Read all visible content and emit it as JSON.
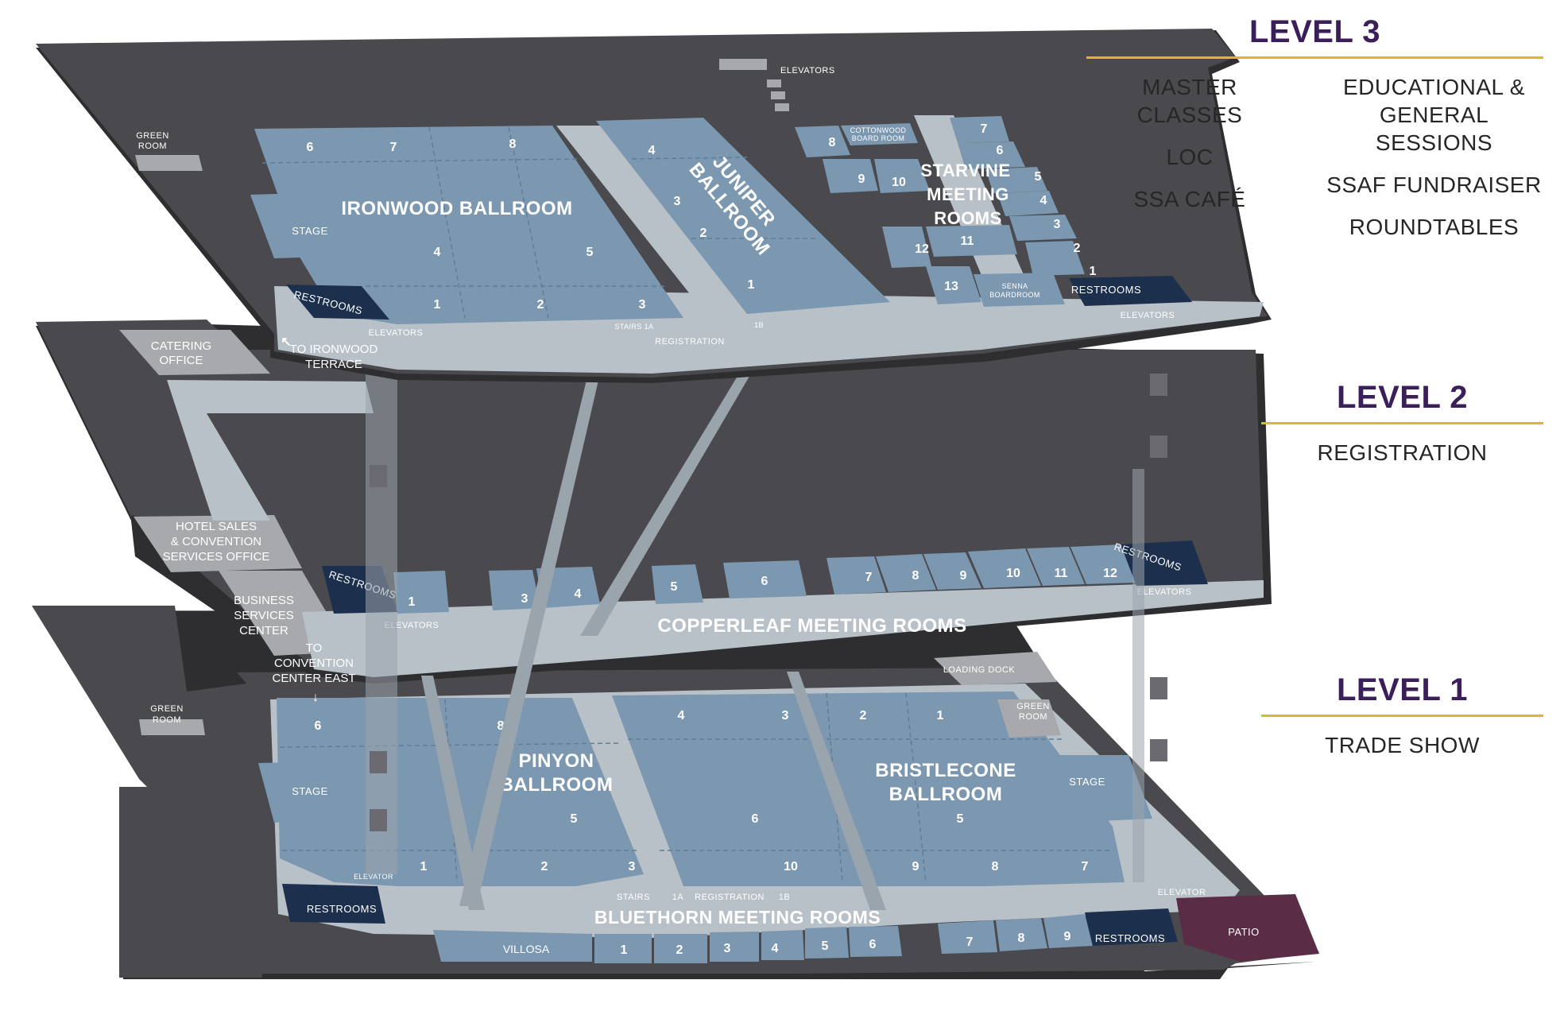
{
  "colors": {
    "floor": "#4a4a4e",
    "floor_edge": "#2e2e31",
    "corridor": "#b8c0c8",
    "room": "#7c98b1",
    "restroom": "#1c2f4d",
    "service": "#a7a9ad",
    "patio": "#5a2c45",
    "heading": "#3a1f5a",
    "rule": "#e1b527"
  },
  "legend": {
    "level3": {
      "title": "LEVEL 3",
      "col1": [
        "MASTER CLASSES",
        "LOC",
        "SSA CAFÉ"
      ],
      "col2": [
        "EDUCATIONAL & GENERAL SESSIONS",
        "SSAF FUNDRAISER",
        "ROUNDTABLES"
      ]
    },
    "level2": {
      "title": "LEVEL 2",
      "items": [
        "REGISTRATION"
      ]
    },
    "level1": {
      "title": "LEVEL 1",
      "items": [
        "TRADE SHOW"
      ]
    }
  },
  "level3": {
    "green_room": [
      "GREEN",
      "ROOM"
    ],
    "elevators_top": "ELEVATORS",
    "ironwood": {
      "name": "IRONWOOD BALLROOM",
      "sections": [
        "6",
        "7",
        "8",
        "4",
        "5",
        "1",
        "2",
        "3"
      ]
    },
    "stage": "STAGE",
    "juniper": {
      "name_lines": [
        "JUNIPER",
        "BALLROOM"
      ],
      "sections": [
        "4",
        "3",
        "2",
        "1"
      ]
    },
    "cottonwood": [
      "COTTONWOOD",
      "BOARD ROOM"
    ],
    "starvine": {
      "name_lines": [
        "STARVINE",
        "MEETING",
        "ROOMS"
      ],
      "rooms": [
        "8",
        "9",
        "10",
        "7",
        "6",
        "5",
        "4",
        "3",
        "2",
        "1",
        "11",
        "12",
        "13"
      ]
    },
    "senna": [
      "SENNA",
      "BOARDROOM"
    ],
    "restrooms_left": "RESTROOMS",
    "restrooms_right": "RESTROOMS",
    "elevators_left": "ELEVATORS",
    "elevators_right": "ELEVATORS",
    "stairs": "STAIRS 1A",
    "stairs_1b": "1B",
    "registration": "REGISTRATION",
    "to_terrace": [
      "TO IRONWOOD",
      "TERRACE"
    ],
    "to_terrace_arrow": "↖"
  },
  "level2": {
    "catering": [
      "CATERING",
      "OFFICE"
    ],
    "hotel_sales": [
      "HOTEL SALES",
      "& CONVENTION",
      "SERVICES OFFICE"
    ],
    "business": [
      "BUSINESS",
      "SERVICES",
      "CENTER"
    ],
    "to_convention": [
      "TO",
      "CONVENTION",
      "CENTER EAST"
    ],
    "to_convention_arrow": "↓",
    "restrooms_left": "RESTROOMS",
    "restrooms_right": "RESTROOMS",
    "elevators_left": "ELEVATORS",
    "elevators_right": "ELEVATORS",
    "copperleaf": {
      "name": "COPPERLEAF MEETING ROOMS",
      "rooms": [
        "1",
        "3",
        "4",
        "5",
        "6",
        "7",
        "8",
        "9",
        "10",
        "11",
        "12"
      ]
    },
    "loading_dock": "LOADING DOCK"
  },
  "level1": {
    "green_room_left": [
      "GREEN",
      "ROOM"
    ],
    "green_room_right": [
      "GREEN",
      "ROOM"
    ],
    "stage_left": "STAGE",
    "stage_right": "STAGE",
    "pinyon": {
      "name_lines": [
        "PINYON",
        "BALLROOM"
      ],
      "sections": [
        "6",
        "8",
        "5",
        "1",
        "2",
        "3"
      ]
    },
    "bristlecone": {
      "name_lines": [
        "BRISTLECONE",
        "BALLROOM"
      ],
      "sections": [
        "4",
        "3",
        "2",
        "1",
        "6",
        "5",
        "10",
        "9",
        "8",
        "7"
      ]
    },
    "elevator": "ELEVATOR",
    "elevator_right": "ELEVATOR",
    "stairs": "STAIRS",
    "stairs_1a": "1A",
    "registration": "REGISTRATION",
    "stairs_1b": "1B",
    "restrooms_left": "RESTROOMS",
    "restrooms_right": "RESTROOMS",
    "patio": "PATIO",
    "bluethorn": {
      "name": "BLUETHORN MEETING ROOMS",
      "rooms": [
        "VILLOSA",
        "1",
        "2",
        "3",
        "4",
        "5",
        "6",
        "7",
        "8",
        "9"
      ]
    }
  }
}
